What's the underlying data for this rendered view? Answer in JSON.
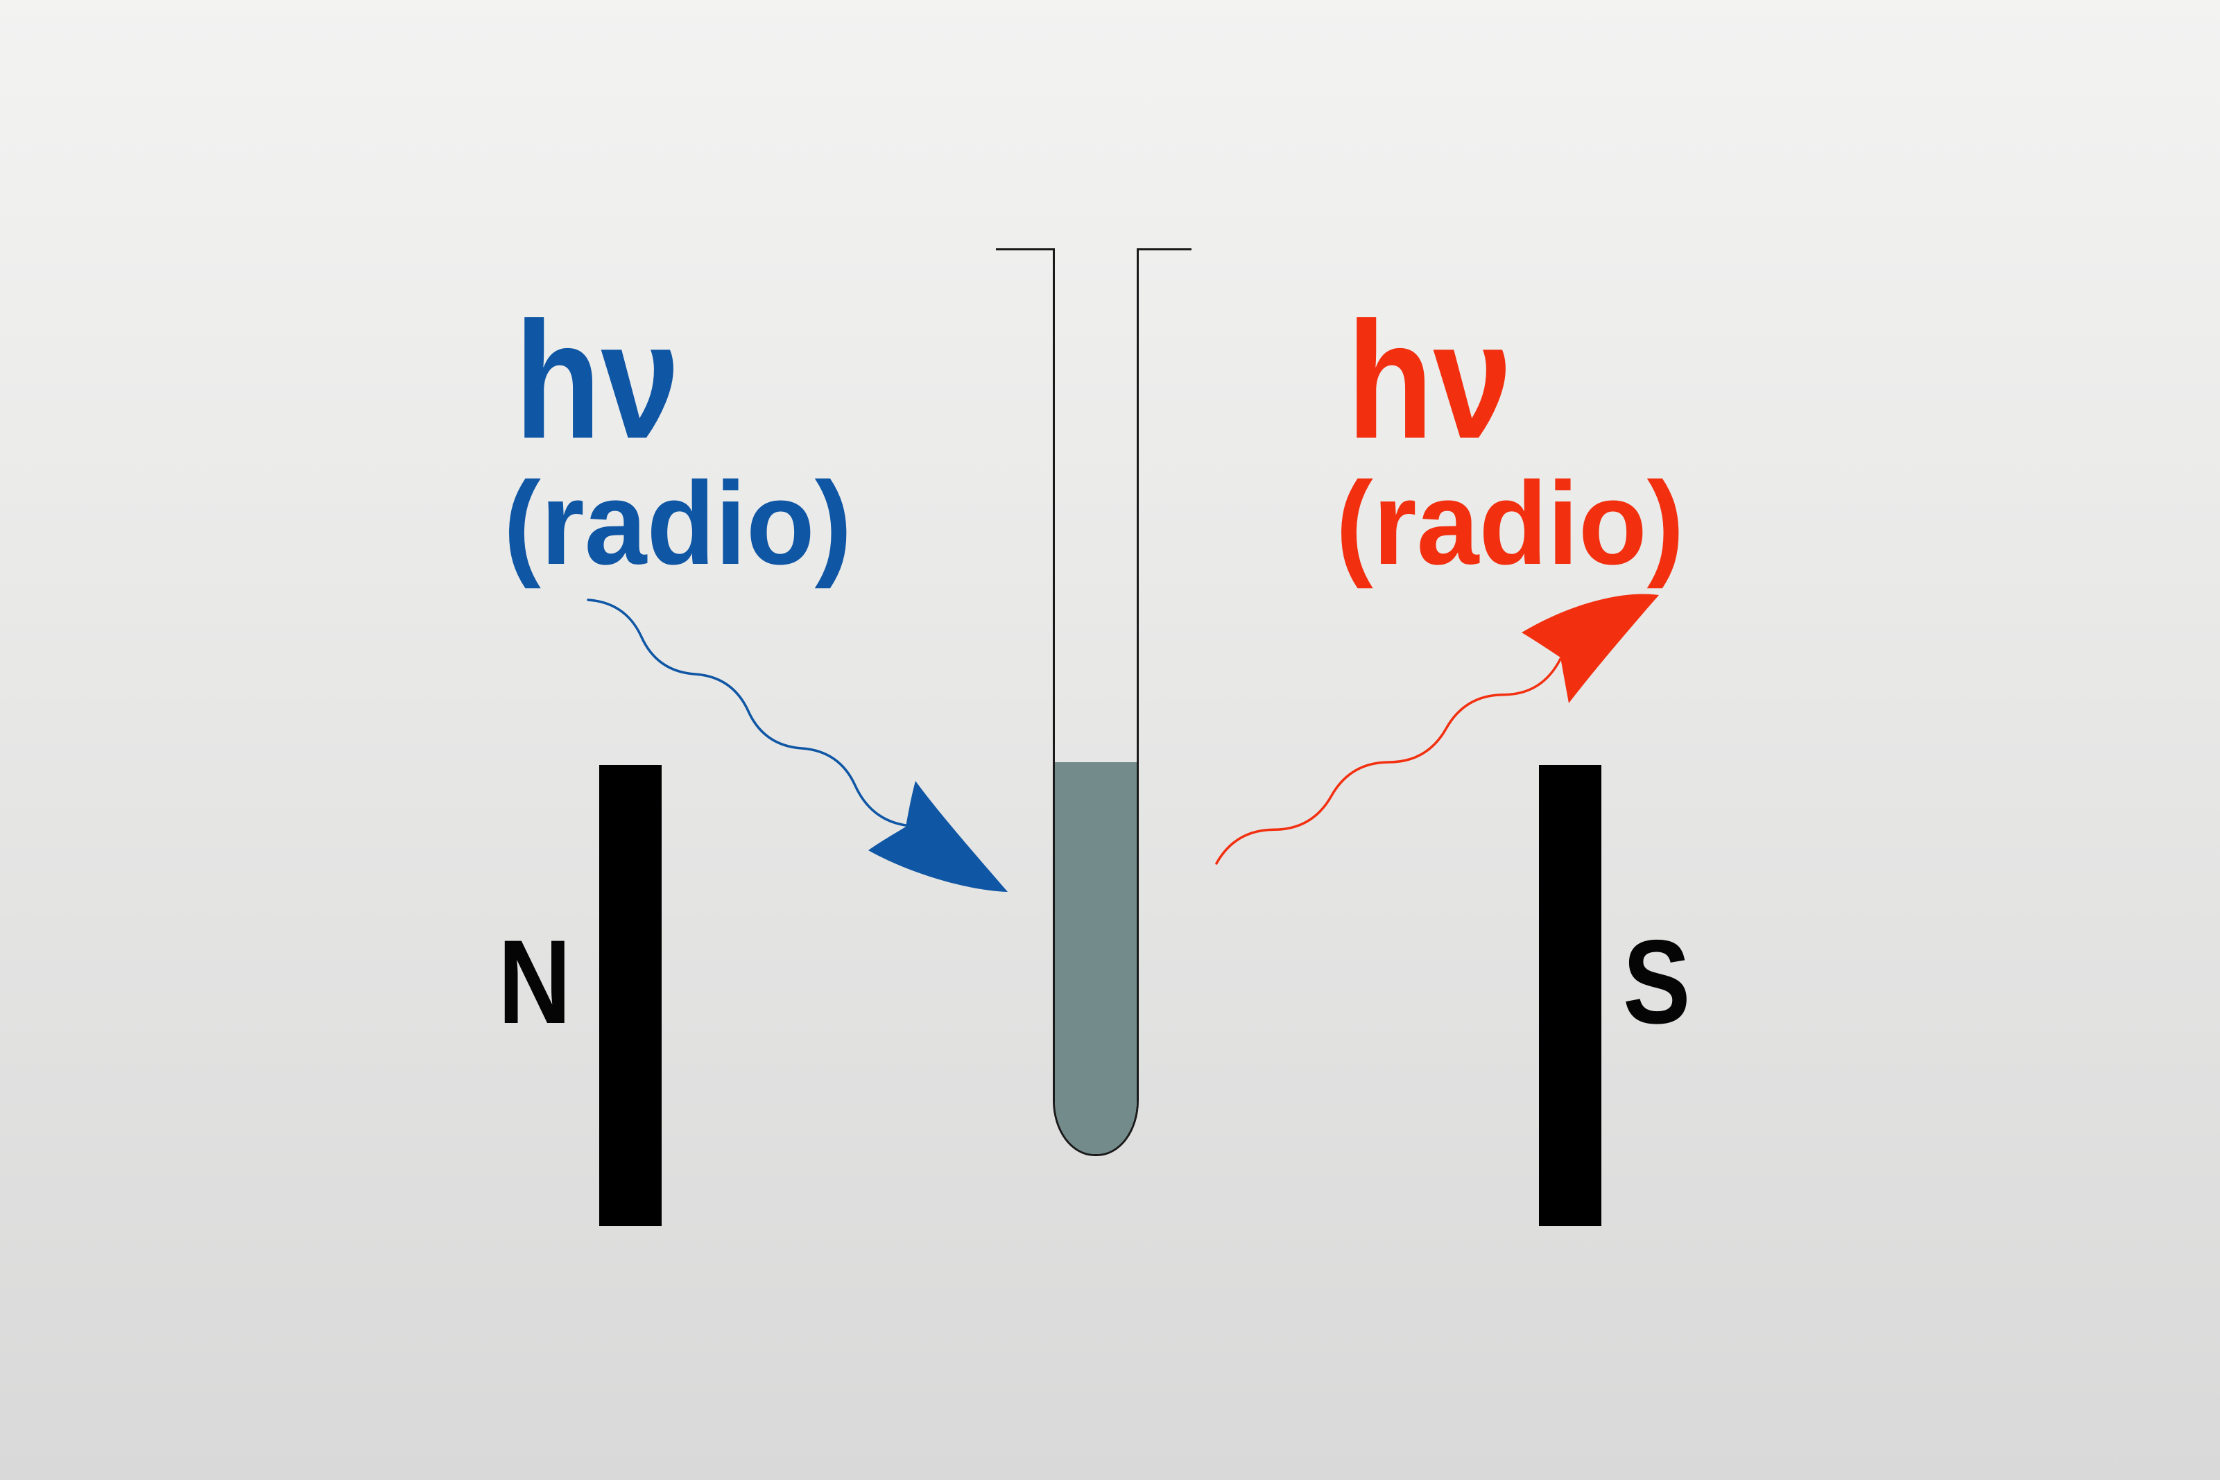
{
  "diagram": {
    "description": "NMR-style schematic: a sample tube between the poles of a magnet absorbs and re-emits radio-frequency photons",
    "photons": {
      "incoming": {
        "symbol": "hν",
        "band": "(radio)"
      },
      "emitted": {
        "symbol": "hν",
        "band": "(radio)"
      }
    },
    "magnets": {
      "north_label": "N",
      "south_label": "S"
    },
    "sample_tube": {
      "liquid_fill_level": "lower half of tube",
      "shape": "round-bottom tube with flared open rim"
    }
  },
  "colors": {
    "photon_blue": "#0f56a4",
    "photon_red": "#f23010",
    "liquid_gray_green": "#738b8b",
    "magnet_black": "#000000",
    "tube_outline": "#1a1a1a",
    "label_black": "#050505",
    "background_top": "#f3f3f2",
    "background_bottom": "#d9d9d9"
  }
}
